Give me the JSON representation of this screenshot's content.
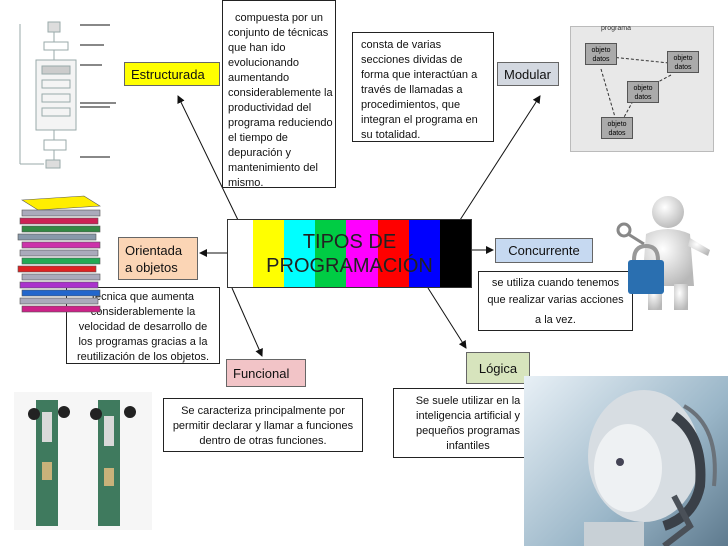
{
  "title": {
    "line1": "TIPOS DE",
    "line2": "PROGRAMACIÓN"
  },
  "stripe_colors": [
    "#ffffff",
    "#ffff00",
    "#00ffff",
    "#00cc44",
    "#ff00ff",
    "#ff0000",
    "#0000ff",
    "#000000"
  ],
  "nodes": {
    "estructurada": {
      "label": "Estructurada",
      "color": "#ffff00",
      "desc_lines": [
        "compuesta por un",
        "conjunto de técnicas",
        "que han ido",
        "evolucionando",
        "aumentando",
        "considerablemente la",
        "productividad del",
        "programa reduciendo",
        "el tiempo de",
        "depuración y",
        "mantenimiento del",
        "mismo."
      ]
    },
    "modular": {
      "label": "Modular",
      "color": "#d3d8e0",
      "desc_lines": [
        "consta de varias",
        "secciones dividas de",
        "forma que interactúan a",
        "través de llamadas a",
        "procedimientos, que",
        "integran el programa en",
        "su totalidad."
      ]
    },
    "orientada": {
      "label_lines": [
        "Orientada",
        "a objetos"
      ],
      "color": "#fbd5b5",
      "desc_lines": [
        "técnica que aumenta",
        "considerablemente la",
        "velocidad de desarrollo de",
        "los programas gracias a la",
        "reutilización de los objetos."
      ]
    },
    "concurrente": {
      "label": "Concurrente",
      "color": "#c6d9f1",
      "desc_lines": [
        "se utiliza cuando tenemos",
        "que realizar varias acciones",
        "a la vez."
      ]
    },
    "funcional": {
      "label": "Funcional",
      "color": "#f2c4c7",
      "desc_lines": [
        "Se caracteriza principalmente por",
        "permitir declarar y llamar a funciones",
        "dentro de otras funciones."
      ]
    },
    "logica": {
      "label": "Lógica",
      "color": "#d7e4bd",
      "desc_lines": [
        "Se suele utilizar en la",
        "inteligencia artificial y",
        "pequeños programas",
        "infantiles"
      ]
    }
  },
  "images": {
    "flowchart": "flowchart-diagram-image",
    "modular_diagram": {
      "title": "programa",
      "objects": [
        "objeto",
        "objeto",
        "objeto",
        "objeto"
      ],
      "sub": "datos"
    },
    "disk_stack": "floppy-disk-stack-image",
    "person_lock": "person-with-padlock-image",
    "circuit_board": "circuit-board-image",
    "robot": "robot-head-image"
  }
}
